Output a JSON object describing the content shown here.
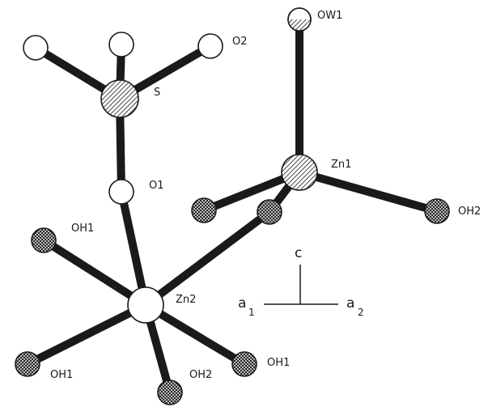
{
  "labels": {
    "ow1": "OW1",
    "o2": "O2",
    "s": "S",
    "zn1": "Zn1",
    "o1": "O1",
    "oh2_right": "OH2",
    "oh1_upper_left": "OH1",
    "zn2": "Zn2",
    "oh1_lower_left": "OH1",
    "oh2_bottom": "OH2",
    "oh1_lower_right": "OH1"
  },
  "axes": {
    "c": "c",
    "a1_letter": "a",
    "a1_sub": "1",
    "a2_letter": "a",
    "a2_sub": "2"
  }
}
